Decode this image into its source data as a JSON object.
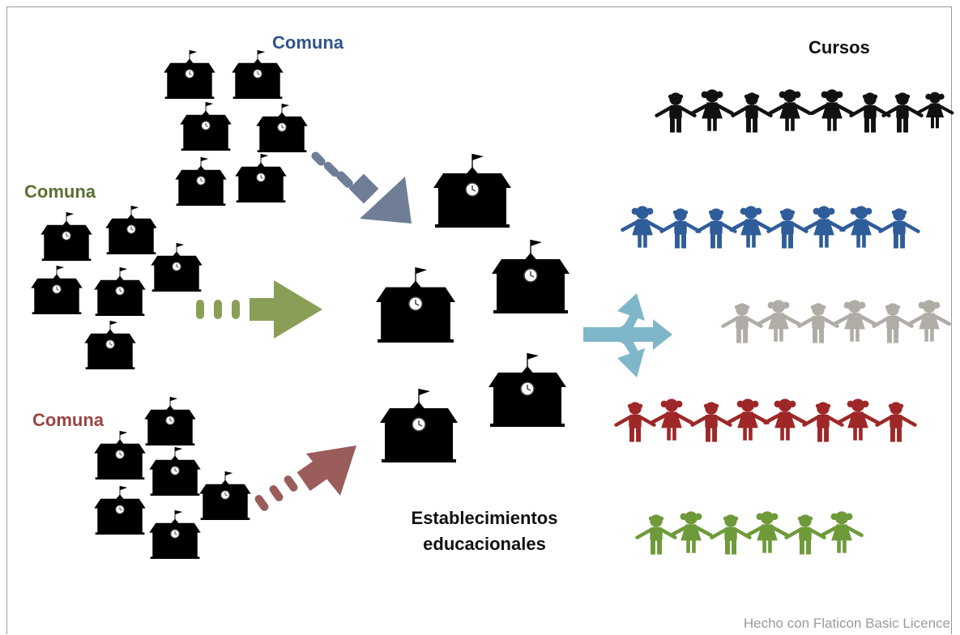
{
  "labels": {
    "comuna_blue": "Comuna",
    "comuna_green": "Comuna",
    "comuna_red": "Comuna",
    "cursos": "Cursos",
    "establecimientos_line1": "Establecimientos",
    "establecimientos_line2": "educacionales"
  },
  "credit": "Hecho con Flaticon Basic Licence",
  "colors": {
    "blue_school": "#6d8dbb",
    "blue_roof": "#3d5477",
    "green_school": "#9bb86a",
    "green_roof": "#5d7a36",
    "red_school": "#c97a7a",
    "red_roof": "#7c3f3f",
    "arrow_blue": "#6f7d97",
    "arrow_green": "#8a9e58",
    "arrow_red": "#9b5c5c",
    "split_arrow": "#7fb6c9",
    "kids_black": "#111111",
    "kids_blue": "#2f5d9a",
    "kids_gray": "#b0aca6",
    "kids_red": "#9e2727",
    "kids_green": "#6e9a3a"
  },
  "icons": {
    "school": "school-icon",
    "kid": "child-icon",
    "arrow": "dotted-arrow-icon",
    "split": "split-arrow-icon"
  }
}
